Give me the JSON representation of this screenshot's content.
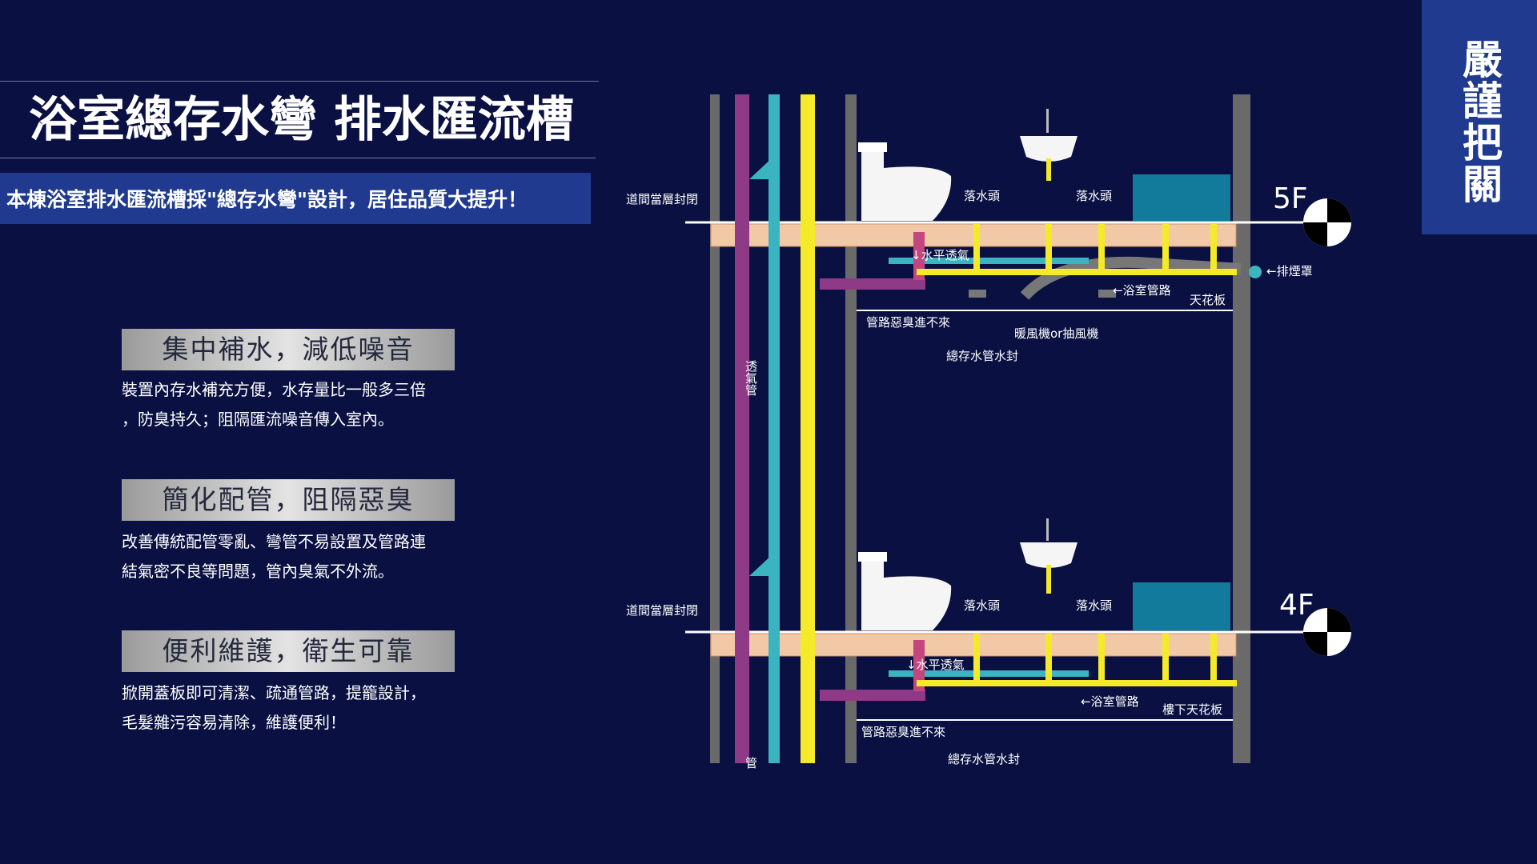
{
  "title": "浴室總存水彎 排水匯流槽",
  "subtitle": "本棟浴室排水匯流槽採\"總存水彎\"設計，居住品質大提升！",
  "side_banner": "嚴謹把關",
  "features": [
    {
      "heading": "集中補水，減低噪音",
      "lines": [
        "裝置內存水補充方便，水存量比一般多三倍",
        "，防臭持久；阻隔匯流噪音傳入室內。"
      ]
    },
    {
      "heading": "簡化配管，阻隔惡臭",
      "lines": [
        "改善傳統配管零亂、彎管不易設置及管路連",
        "結氣密不良等問題，管內臭氣不外流。"
      ]
    },
    {
      "heading": "便利維護，衛生可靠",
      "lines": [
        "掀開蓋板即可清潔、疏通管路，提籠設計，",
        "毛髮雜污容易清除，維護便利！"
      ]
    }
  ],
  "diagram": {
    "floors": [
      {
        "floor_label": "5F",
        "seal_label": "道間當層封閉",
        "drain1": "落水頭",
        "drain2": "落水頭",
        "vent_h": "↓水平透氣",
        "bath_pipe": "←浴室管路",
        "ceiling": "天花板",
        "odor": "管路惡臭進不來",
        "trap": "總存水管水封",
        "fan": "暖風機or抽風機",
        "exhaust": "←排煙罩",
        "vent_pipe": "透氣管"
      },
      {
        "floor_label": "4F",
        "seal_label": "道間當層封閉",
        "drain1": "落水頭",
        "drain2": "落水頭",
        "vent_h": "↓水平透氣",
        "bath_pipe": "←浴室管路",
        "ceiling": "樓下天花板",
        "odor": "管路惡臭進不來",
        "trap": "總存水管水封",
        "vent_pipe": "管"
      }
    ],
    "colors": {
      "purple": "#8e3a86",
      "cyan": "#3bb4c1",
      "yellow": "#f4ea2a",
      "pink": "#c4467f",
      "slab": "#f2c9a6",
      "wall": "#6a6a6a",
      "tank": "#127a9a",
      "flex": "#777777"
    }
  }
}
